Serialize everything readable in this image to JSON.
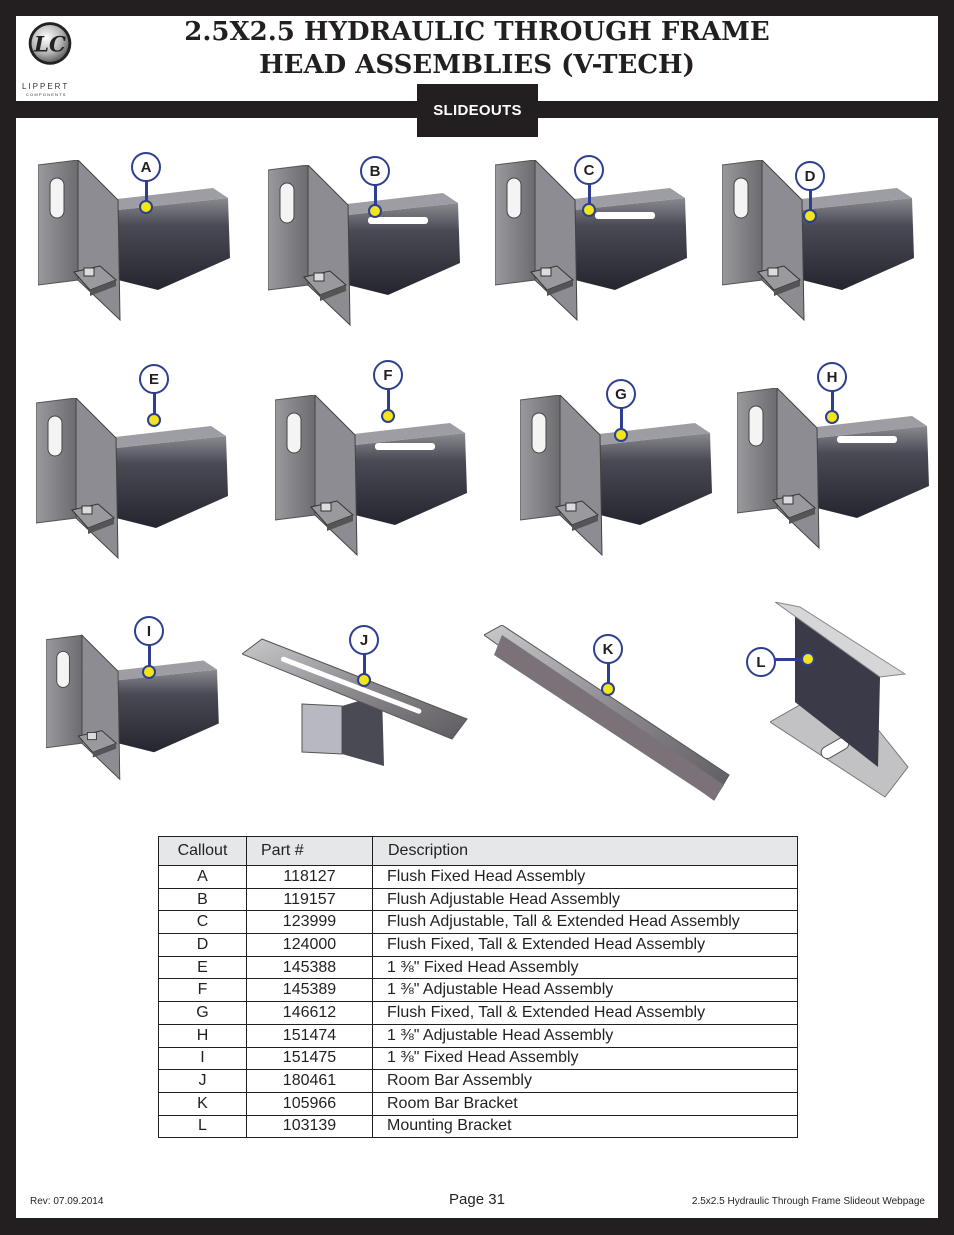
{
  "header": {
    "title_line1": "2.5X2.5 HYDRAULIC THROUGH FRAME",
    "title_line2": "HEAD ASSEMBLIES (V-TECH)",
    "tag": "SLIDEOUTS",
    "logo_text": "LIPPERT",
    "logo_subtext": "COMPONENTS"
  },
  "callouts": [
    "A",
    "B",
    "C",
    "D",
    "E",
    "F",
    "G",
    "H",
    "I",
    "J",
    "K",
    "L"
  ],
  "table": {
    "headers": [
      "Callout",
      "Part #",
      "Description"
    ],
    "rows": [
      {
        "callout": "A",
        "part": "118127",
        "description": "Flush Fixed Head Assembly"
      },
      {
        "callout": "B",
        "part": "119157",
        "description": "Flush Adjustable Head Assembly"
      },
      {
        "callout": "C",
        "part": "123999",
        "description": "Flush Adjustable, Tall & Extended Head Assembly"
      },
      {
        "callout": "D",
        "part": "124000",
        "description": "Flush Fixed, Tall & Extended Head Assembly"
      },
      {
        "callout": "E",
        "part": "145388",
        "description": "1 ⅜\" Fixed Head Assembly"
      },
      {
        "callout": "F",
        "part": "145389",
        "description": "1 ⅜\" Adjustable Head Assembly"
      },
      {
        "callout": "G",
        "part": "146612",
        "description": "Flush Fixed, Tall & Extended Head Assembly"
      },
      {
        "callout": "H",
        "part": "151474",
        "description": "1 ⅜\" Adjustable Head Assembly"
      },
      {
        "callout": "I",
        "part": "151475",
        "description": "1 ⅜\" Fixed Head Assembly"
      },
      {
        "callout": "J",
        "part": "180461",
        "description": "Room Bar Assembly"
      },
      {
        "callout": "K",
        "part": "105966",
        "description": "Room Bar Bracket"
      },
      {
        "callout": "L",
        "part": "103139",
        "description": "Mounting Bracket"
      }
    ]
  },
  "footer": {
    "rev": "Rev: 07.09.2014",
    "page": "Page 31",
    "doc_name": "2.5x2.5 Hydraulic Through Frame Slideout Webpage"
  }
}
